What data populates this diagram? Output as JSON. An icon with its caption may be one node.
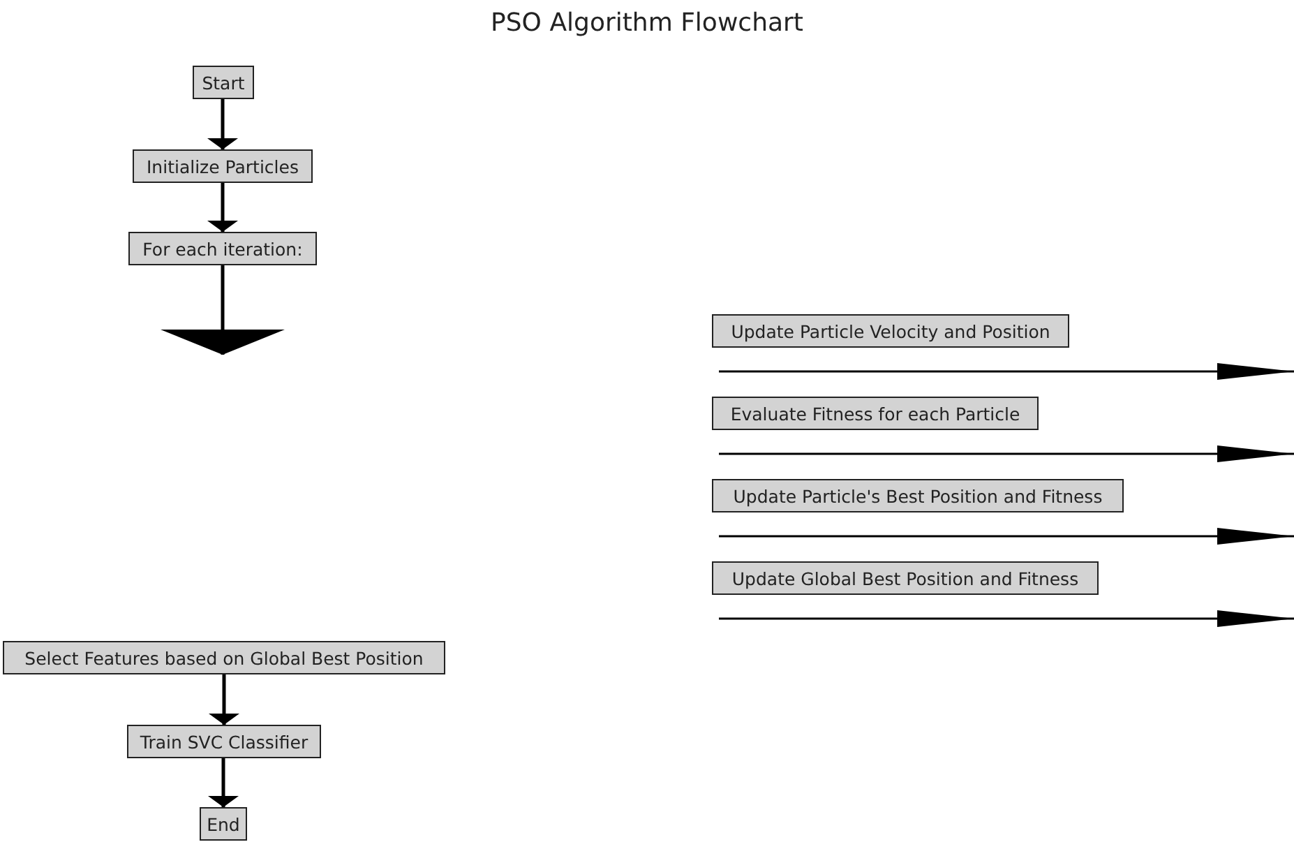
{
  "diagram": {
    "title": "PSO Algorithm Flowchart",
    "nodes": [
      {
        "text": [
          "Start"
        ]
      },
      {
        "text": [
          "Initialize Particles"
        ]
      },
      {
        "text": [
          "For each iteration:"
        ]
      },
      {
        "text": [
          "Update Particle Velocity and Position"
        ]
      },
      {
        "text": [
          "Evaluate Fitness for each Particle"
        ]
      },
      {
        "text": [
          "Update Particle's Best Position and Fitness"
        ]
      },
      {
        "text": [
          "Update Global Best Position and Fitness"
        ]
      },
      {
        "text": [
          "Select Features based on Global Best Position"
        ]
      },
      {
        "text": [
          "Train SVC Classifier"
        ]
      },
      {
        "text": [
          "End"
        ]
      }
    ],
    "edges": [
      {
        "from": 0,
        "to": 1,
        "arrow": "to"
      },
      {
        "from": 1,
        "to": 2,
        "arrow": "to"
      },
      {
        "from": 2,
        "to": null,
        "arrow": "to"
      },
      {
        "from": 3,
        "to": null,
        "arrow": "to"
      },
      {
        "from": 4,
        "to": null,
        "arrow": "to"
      },
      {
        "from": 5,
        "to": null,
        "arrow": "to"
      },
      {
        "from": 6,
        "to": null,
        "arrow": "to"
      },
      {
        "from": 7,
        "to": 8,
        "arrow": "to"
      },
      {
        "from": 8,
        "to": 9,
        "arrow": "to"
      }
    ]
  }
}
